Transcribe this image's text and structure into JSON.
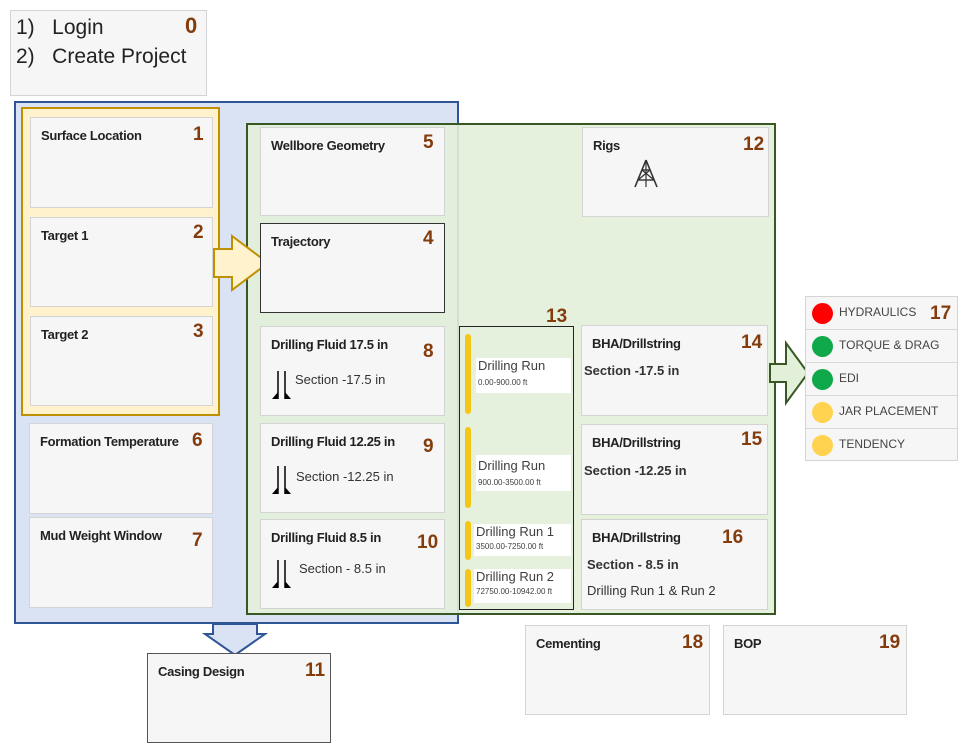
{
  "intro": {
    "lines": [
      "1)   Login",
      "2)   Create Project"
    ],
    "num": "0"
  },
  "cards": {
    "c1": {
      "title": "Surface Location",
      "num": "1"
    },
    "c2": {
      "title": "Target 1",
      "num": "2"
    },
    "c3": {
      "title": "Target 2",
      "num": "3"
    },
    "c4": {
      "title": "Trajectory",
      "num": "4"
    },
    "c5": {
      "title": "Wellbore Geometry",
      "num": "5"
    },
    "c6": {
      "title": "Formation Temperature",
      "num": "6"
    },
    "c7": {
      "title": "Mud Weight Window",
      "num": "7"
    },
    "c8": {
      "title": "Drilling Fluid 17.5 in",
      "num": "8",
      "section": "Section -17.5 in"
    },
    "c9": {
      "title": "Drilling Fluid 12.25 in",
      "num": "9",
      "section": "Section -12.25 in"
    },
    "c10": {
      "title": "Drilling Fluid 8.5 in",
      "num": "10",
      "section": "Section - 8.5 in"
    },
    "c11": {
      "title": "Casing Design",
      "num": "11"
    },
    "c12": {
      "title": "Rigs",
      "num": "12"
    },
    "c14": {
      "title": "BHA/Drillstring",
      "num": "14",
      "section": "Section -17.5 in"
    },
    "c15": {
      "title": "BHA/Drillstring",
      "num": "15",
      "section": "Section -12.25 in"
    },
    "c16": {
      "title": "BHA/Drillstring",
      "num": "16",
      "section": "Section - 8.5 in",
      "extra": "Drilling Run 1 & Run 2"
    },
    "c18": {
      "title": "Cementing",
      "num": "18"
    },
    "c19": {
      "title": "BOP",
      "num": "19"
    }
  },
  "runs": {
    "num": "13",
    "r1": {
      "label": "Drilling Run",
      "range": "0.00-900.00 ft"
    },
    "r2": {
      "label": "Drilling Run",
      "range": "900.00-3500.00 ft"
    },
    "r3": {
      "label": "Drilling Run 1",
      "range": "3500.00-7250.00 ft"
    },
    "r4": {
      "label": "Drilling Run 2",
      "range": "72750.00-10942.00 ft"
    }
  },
  "checks": {
    "num": "17",
    "items": [
      {
        "label": "HYDRAULICS",
        "color": "#ff0000"
      },
      {
        "label": "TORQUE & DRAG",
        "color": "#0fa84a"
      },
      {
        "label": "EDI",
        "color": "#0fa84a"
      },
      {
        "label": "JAR PLACEMENT",
        "color": "#ffd34f"
      },
      {
        "label": "TENDENCY",
        "color": "#ffd34f"
      }
    ]
  },
  "colors": {
    "blue_region": "#dae3f3",
    "blue_border": "#2f5597",
    "green_region": "#e2f0d9",
    "green_border": "#385723",
    "yellow_region": "#fff2cc",
    "yellow_border": "#bf9000",
    "number": "#843c0c"
  }
}
